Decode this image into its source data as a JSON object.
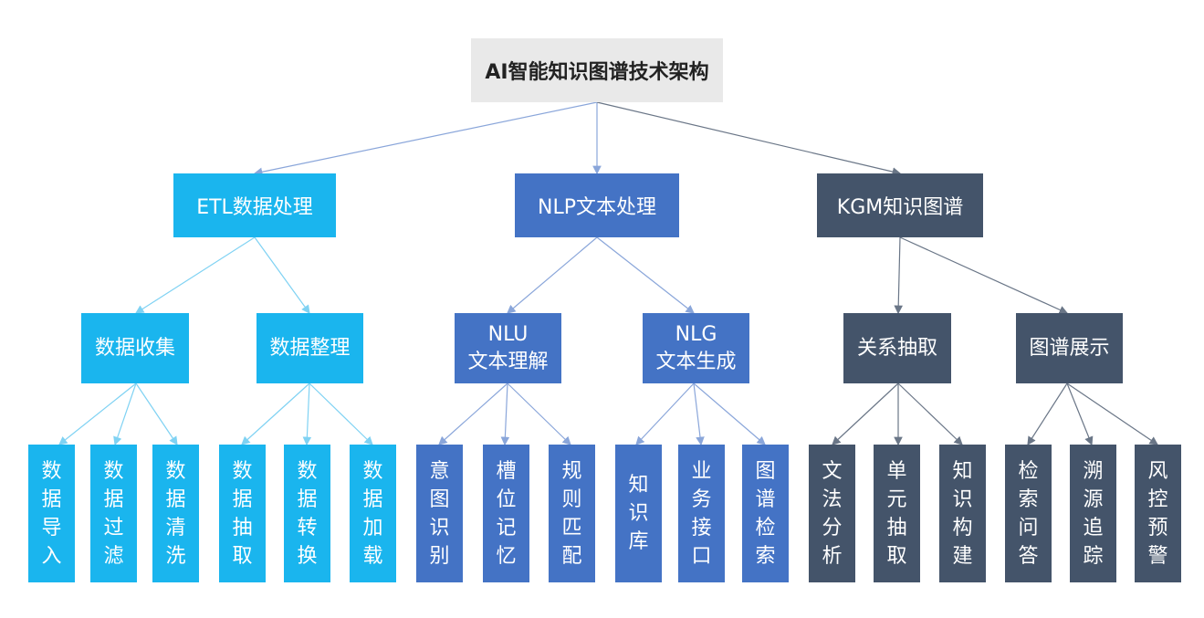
{
  "title": "AI智能知识图谱技术架构",
  "colors": {
    "etl": "#1ab5ee",
    "nlp": "#4473c5",
    "kgm": "#44546a",
    "root": "#e9e9e9"
  },
  "branches": [
    {
      "label": "ETL数据处理",
      "children": [
        {
          "label": "数据收集",
          "leaves": [
            "数据导入",
            "数据过滤",
            "数据清洗"
          ]
        },
        {
          "label": "数据整理",
          "leaves": [
            "数据抽取",
            "数据转换",
            "数据加载"
          ]
        }
      ]
    },
    {
      "label": "NLP文本处理",
      "children": [
        {
          "label": "NLU",
          "label2": "文本理解",
          "leaves": [
            "意图识别",
            "槽位记忆",
            "规则匹配"
          ]
        },
        {
          "label": "NLG",
          "label2": "文本生成",
          "leaves": [
            "知识库",
            "业务接口",
            "图谱检索"
          ]
        }
      ]
    },
    {
      "label": "KGM知识图谱",
      "children": [
        {
          "label": "关系抽取",
          "leaves": [
            "文法分析",
            "单元抽取",
            "知识构建"
          ]
        },
        {
          "label": "图谱展示",
          "leaves": [
            "检索问答",
            "溯源追踪",
            "风控预警"
          ]
        }
      ]
    }
  ]
}
